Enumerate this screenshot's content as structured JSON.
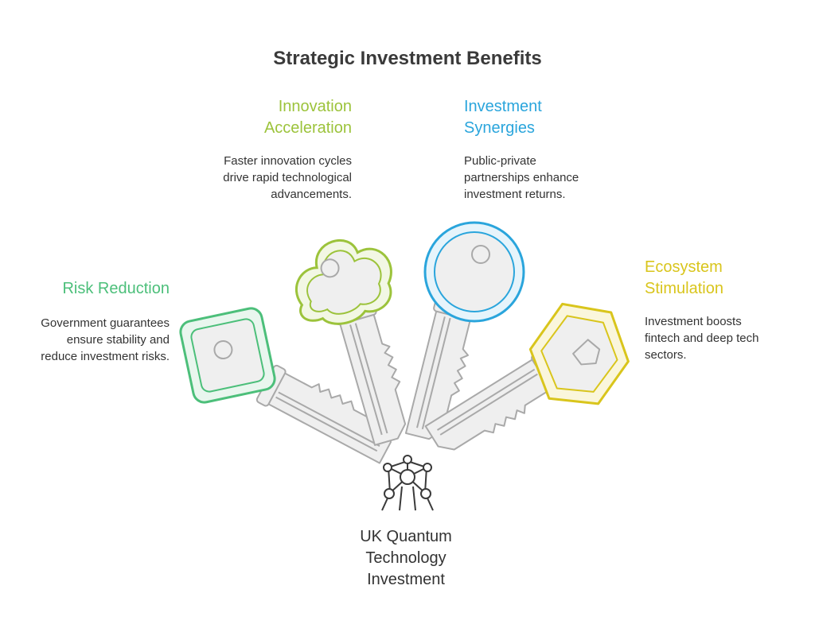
{
  "title": "Strategic Investment Benefits",
  "center": {
    "label": "UK Quantum Technology Investment",
    "lines": [
      "UK Quantum",
      "Technology",
      "Investment"
    ],
    "icon": "atom-network-icon"
  },
  "colors": {
    "green": "#4cbf7a",
    "lime": "#9cc33b",
    "blue": "#2aa5dc",
    "yellow": "#d9c51c",
    "key_fill": "#efefef",
    "key_stroke": "#a9a9a9"
  },
  "items": [
    {
      "id": "risk-reduction",
      "heading": "Risk Reduction",
      "heading_lines": [
        "Risk Reduction"
      ],
      "desc_lines": [
        "Government guarantees",
        "ensure stability and",
        "reduce investment risks."
      ],
      "color": "#4cbf7a"
    },
    {
      "id": "innovation-acceleration",
      "heading": "Innovation Acceleration",
      "heading_lines": [
        "Innovation",
        "Acceleration"
      ],
      "desc_lines": [
        "Faster innovation cycles",
        "drive rapid technological",
        "advancements."
      ],
      "color": "#9cc33b"
    },
    {
      "id": "investment-synergies",
      "heading": "Investment Synergies",
      "heading_lines": [
        "Investment",
        "Synergies"
      ],
      "desc_lines": [
        "Public-private",
        "partnerships enhance",
        "investment returns."
      ],
      "color": "#2aa5dc"
    },
    {
      "id": "ecosystem-stimulation",
      "heading": "Ecosystem Stimulation",
      "heading_lines": [
        "Ecosystem",
        "Stimulation"
      ],
      "desc_lines": [
        "Investment boosts",
        "fintech and deep tech",
        "sectors."
      ],
      "color": "#d9c51c"
    }
  ]
}
